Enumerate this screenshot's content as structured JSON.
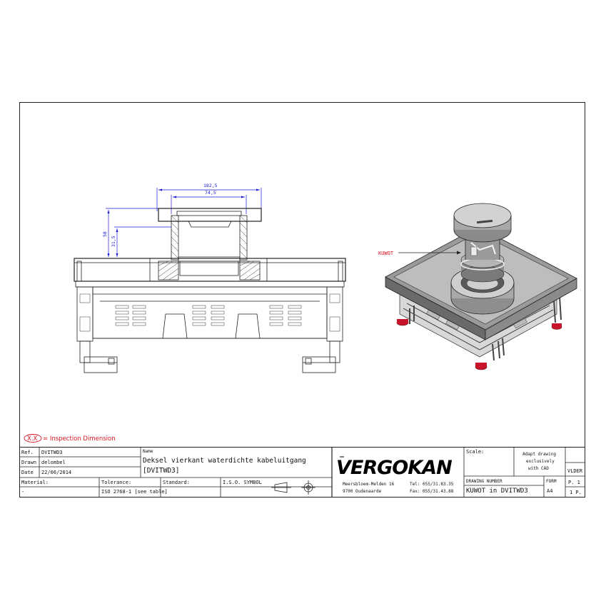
{
  "legend": {
    "symbol_text": "X.X",
    "text": "= Inspection Dimension",
    "accent_color": "#d8141e"
  },
  "dimensions": {
    "width_outer": "182,5",
    "width_inner": "74,5",
    "height_total": "58",
    "height_part": "31,5",
    "color": "#1a1ad8"
  },
  "callout": {
    "label": "KUWOT"
  },
  "title_block": {
    "ref_label": "Ref.",
    "ref_value": "DVITWD3",
    "drawn_label": "Drawn",
    "drawn_value": "delombel",
    "date_label": "Date",
    "date_value": "22/06/2014",
    "name_label": "Name",
    "name_line1": "Deksel vierkant waterdichte kabeluitgang",
    "name_line2": "[DVITWD3]",
    "material_label": "Material:",
    "material_value": "-",
    "tolerance_label": "Tolerance:",
    "tolerance_value": "ISO 2768-1 [see table]",
    "standard_label": "Standard:",
    "iso_label": "I.S.O. SYMBOL",
    "company": "VERGOKAN",
    "address_line1": "Meersbloem-Melden 16",
    "address_line2": "9700 Oudenaarde",
    "tel": "Tel: 055/31.83.35",
    "fax": "Fax: 055/31.43.88",
    "scale_label": "Scale:",
    "note_line1": "Adapt drawing",
    "note_line2": "exclusively",
    "note_line3": "with CAD",
    "vlder_label": "VLDER",
    "drawing_number_label": "DRAWING NUMBER",
    "drawing_number_value": "KUWOT in DVITWD3",
    "form_label": "FORM",
    "form_value": "A4",
    "page_value": "P. 1",
    "pages_value": "1 P."
  }
}
